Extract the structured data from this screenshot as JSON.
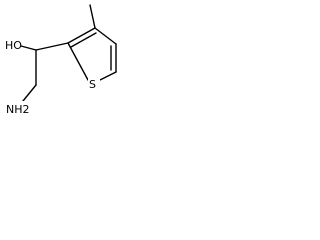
{
  "molecule": {
    "atoms": {
      "hydroxyl": "HO",
      "sulfur": "S",
      "amine": "NH2"
    },
    "colors": {
      "background": "#ffffff",
      "bond": "#000000",
      "label": "#000000"
    }
  }
}
